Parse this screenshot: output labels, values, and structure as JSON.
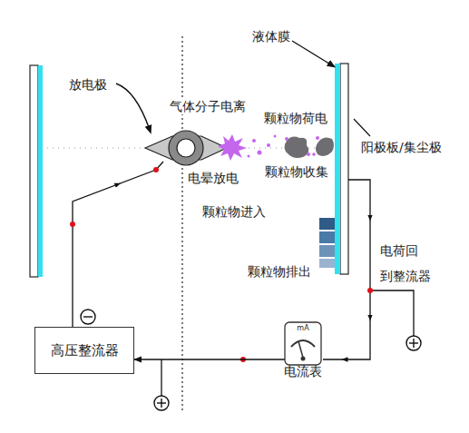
{
  "diagram": {
    "nodes": [
      {
        "text": [
          "高压整流器"
        ]
      },
      {
        "text": [
          "mA",
          "电流表"
        ]
      }
    ],
    "edges": [
      {
        "from": 1,
        "to": 0,
        "arrow": "to"
      }
    ],
    "labels": [
      "放电极",
      "气体分子电离",
      "液体膜",
      "颗粒物荷电",
      "阳极板/集尘极",
      "颗粒物收集",
      "电晕放电",
      "颗粒物进入",
      "颗粒物排出",
      "电荷回 到整流器"
    ]
  }
}
